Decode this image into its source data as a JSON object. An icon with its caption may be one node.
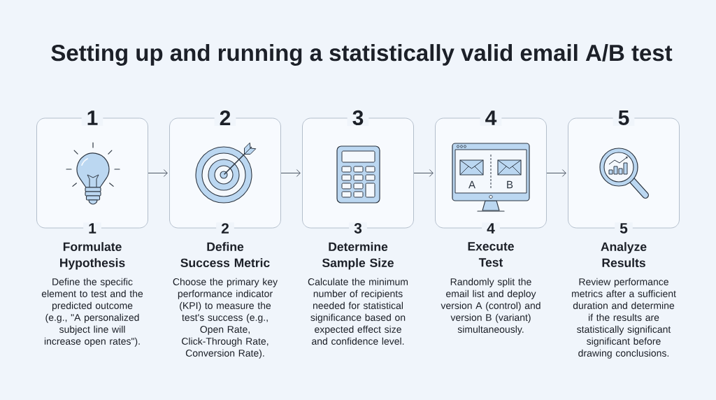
{
  "diagram": {
    "title": "Setting up and running a statistically valid email A/B test",
    "nodes": [
      {
        "text": [
          "1",
          "1"
        ],
        "beside": [
          "Formulate Hypothesis",
          "Define the specific element to test and the predicted outcome (e.g., \"A personalized subject line will increase open rates\")."
        ]
      },
      {
        "text": [
          "2",
          "2"
        ],
        "beside": [
          "Define Success Metric",
          "Choose the primary key performance indicator (KPI) to measure the test's success (e.g., Open Rate, Click-Through Rate, Conversion Rate)."
        ]
      },
      {
        "text": [
          "3",
          "3"
        ],
        "beside": [
          "Determine Sample Size",
          "Calculate the minimum number of recipients needed for statistical significance based on expected effect size and confidence level."
        ]
      },
      {
        "text": [
          "4",
          "4"
        ],
        "beside": [
          "Execute Test",
          "Randomly split the email list and deploy version A (control) and version B (variant) simultaneously."
        ]
      },
      {
        "text": [
          "5",
          "5"
        ],
        "beside": [
          "Analyze Results",
          "Review performance metrics after a sufficient duration and determine if the results are statistically significant significant before drawing conclusions."
        ]
      }
    ],
    "edges": [
      {
        "from": 0,
        "to": 1,
        "arrow": "to"
      },
      {
        "from": 1,
        "to": 2,
        "arrow": "to"
      },
      {
        "from": 2,
        "to": 3,
        "arrow": "to"
      },
      {
        "from": 3,
        "to": 4,
        "arrow": "to"
      }
    ],
    "labels": [
      "A",
      "B"
    ]
  }
}
